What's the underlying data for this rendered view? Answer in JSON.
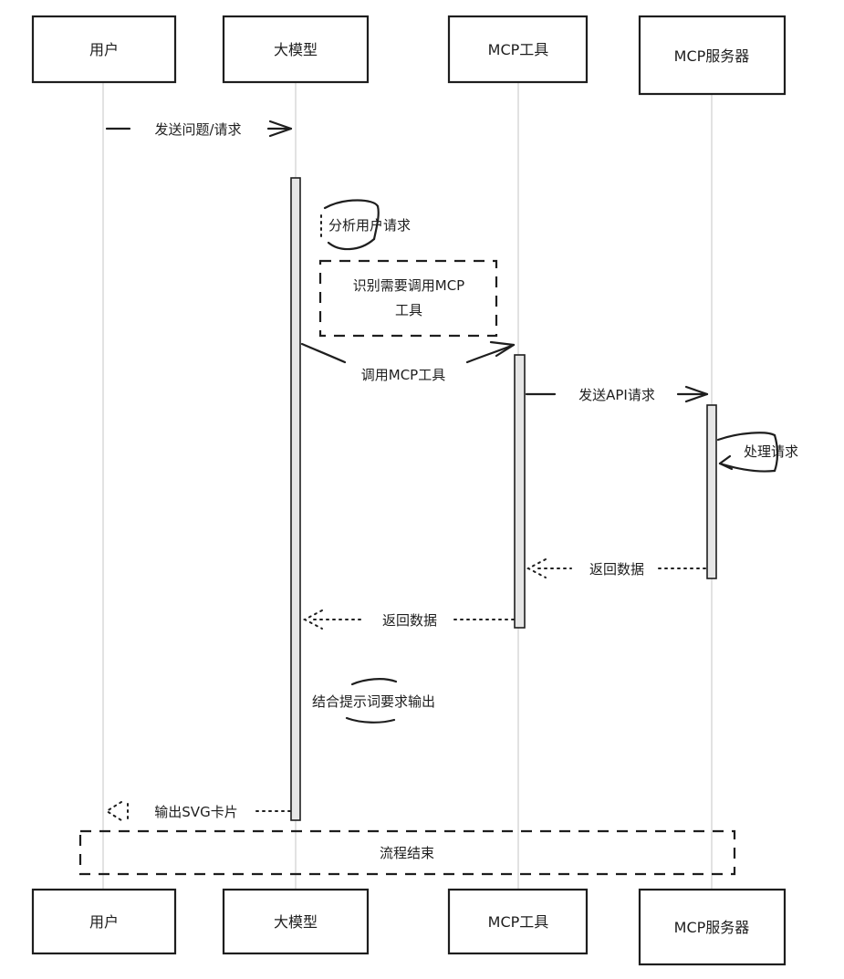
{
  "participants": [
    {
      "id": "user",
      "label": "用户"
    },
    {
      "id": "llm",
      "label": "大模型"
    },
    {
      "id": "tool",
      "label": "MCP工具"
    },
    {
      "id": "server",
      "label": "MCP服务器"
    }
  ],
  "messages": [
    {
      "id": "send-question",
      "label": "发送问题/请求"
    },
    {
      "id": "analyze",
      "label": "分析用户请求"
    },
    {
      "id": "call-tool",
      "label": "调用MCP工具"
    },
    {
      "id": "send-api",
      "label": "发送API请求"
    },
    {
      "id": "process",
      "label": "处理请求"
    },
    {
      "id": "return-server",
      "label": "返回数据"
    },
    {
      "id": "return-tool",
      "label": "返回数据"
    },
    {
      "id": "combine",
      "label": "结合提示词要求输出"
    },
    {
      "id": "output-card",
      "label": "输出SVG卡片"
    }
  ],
  "notes": {
    "identify": {
      "line1": "识别需要调用MCP",
      "line2": "工具"
    },
    "end": "流程结束"
  }
}
